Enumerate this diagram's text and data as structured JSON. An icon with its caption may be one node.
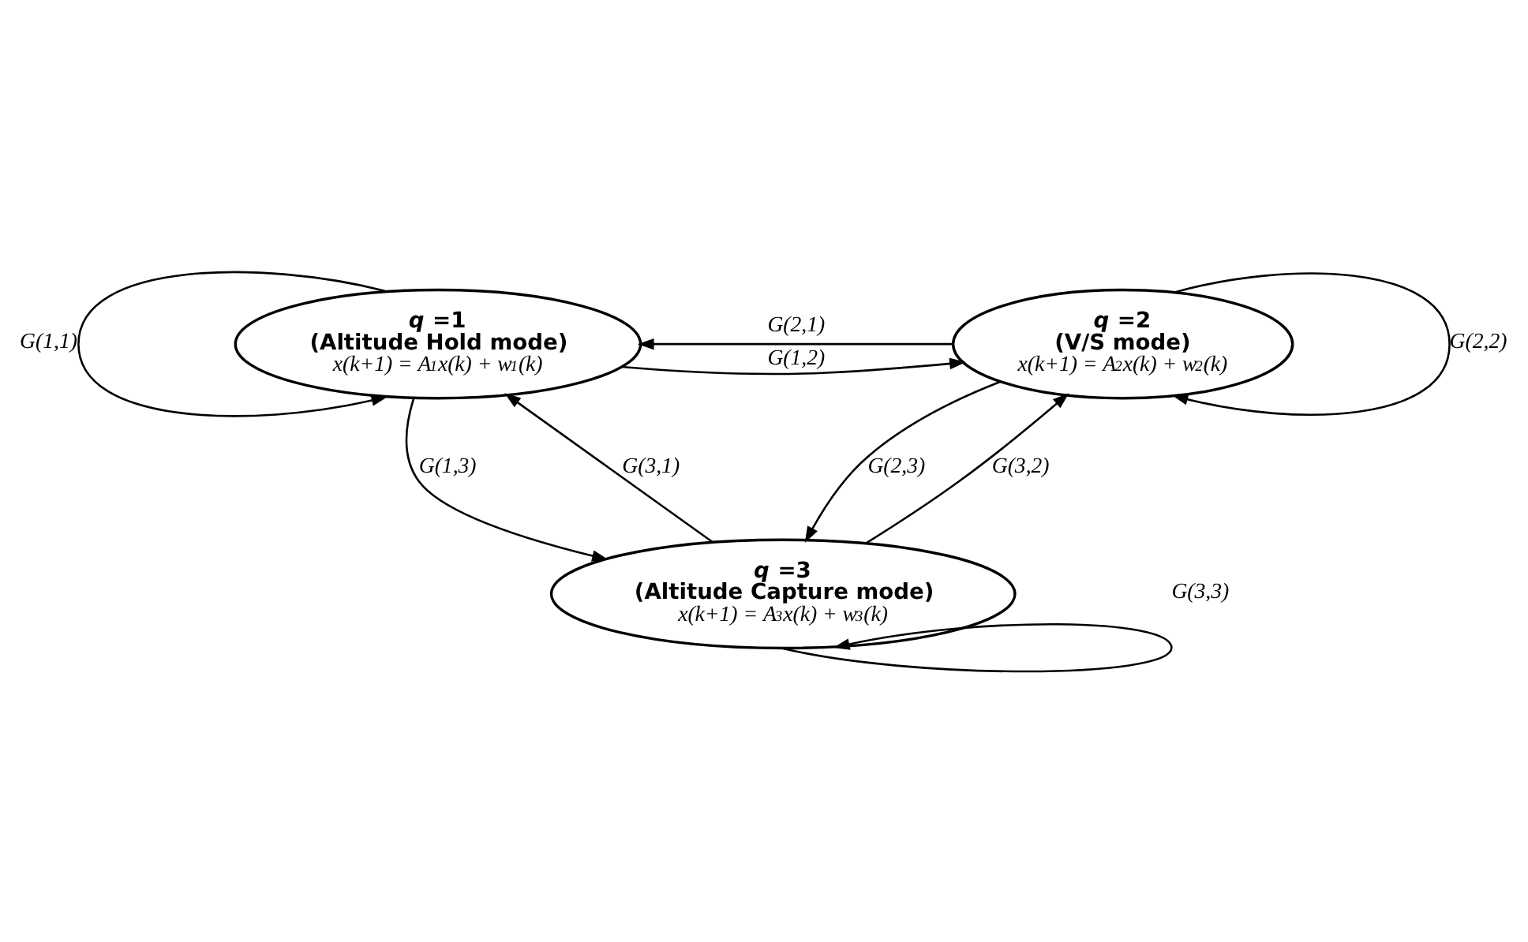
{
  "diagram": {
    "nodes": [
      {
        "text": [
          "*q* =1",
          "(Altitude Hold mode)",
          "x(k+1) = A$_{1}$x(k) + w$_{1}$(k)"
        ]
      },
      {
        "text": [
          "*q* =2",
          "(V/S mode)",
          "x(k+1) = A$_{2}$x(k) + w$_{2}$(k)"
        ]
      },
      {
        "text": [
          "*q* =3",
          "(Altitude Capture mode)",
          "x(k+1) = A$_{3}$x(k) + w$_{3}$(k)"
        ]
      }
    ],
    "edges": [
      {
        "from": 0,
        "to": 0,
        "arrow": "to",
        "label": "G(1,1)"
      },
      {
        "from": 1,
        "to": 0,
        "arrow": "to",
        "label": "G(2,1)"
      },
      {
        "from": 0,
        "to": 1,
        "arrow": "to",
        "label": "G(1,2)"
      },
      {
        "from": 1,
        "to": 1,
        "arrow": "to",
        "label": "G(2,2)"
      },
      {
        "from": 0,
        "to": 2,
        "arrow": "to",
        "label": "G(1,3)"
      },
      {
        "from": 2,
        "to": 0,
        "arrow": "to",
        "label": "G(3,1)"
      },
      {
        "from": 1,
        "to": 2,
        "arrow": "to",
        "label": "G(2,3)"
      },
      {
        "from": 2,
        "to": 1,
        "arrow": "to",
        "label": "G(3,2)"
      },
      {
        "from": 2,
        "to": 2,
        "arrow": "to",
        "label": "G(3,3)"
      }
    ]
  }
}
